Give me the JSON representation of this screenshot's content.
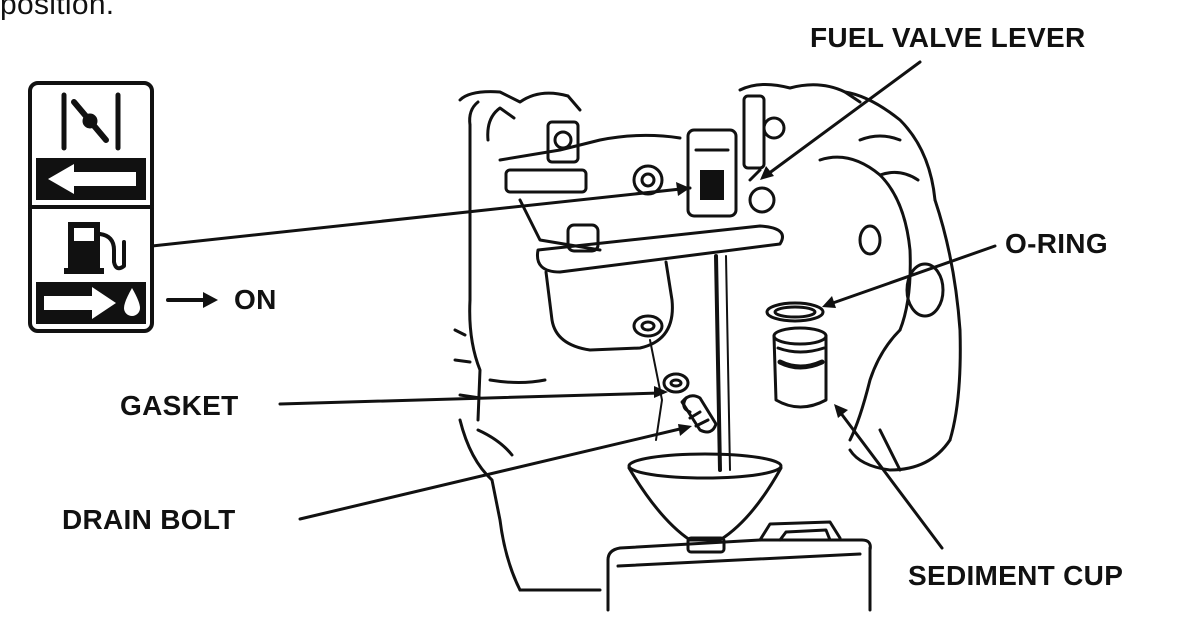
{
  "top_text": "position.",
  "labels": {
    "fuel_valve_lever": "FUEL VALVE LEVER",
    "o_ring": "O-RING",
    "on": "ON",
    "gasket": "GASKET",
    "drain_bolt": "DRAIN BOLT",
    "sediment_cup": "SEDIMENT CUP"
  },
  "symbol_panel": {
    "top_symbol": "choke-symbol",
    "top_arrow": "arrow-left",
    "bottom_symbol": "fuel-pump-icon",
    "bottom_arrow": "arrow-right-with-drop"
  },
  "colors": {
    "ink": "#111111",
    "paper": "#ffffff"
  }
}
